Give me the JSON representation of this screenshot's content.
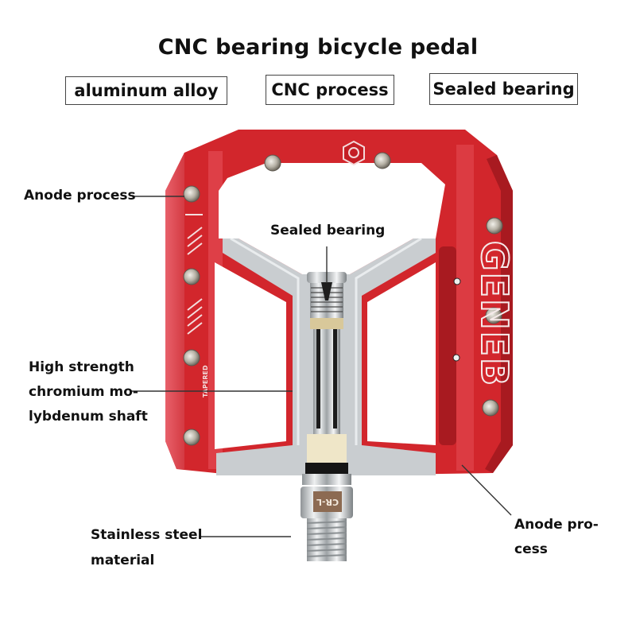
{
  "title": "CNC bearing bicycle pedal",
  "features": [
    {
      "label": "aluminum alloy"
    },
    {
      "label": "CNC process"
    },
    {
      "label": "Sealed bearing"
    }
  ],
  "callouts": {
    "anode_left": "Anode process",
    "sealed_bearing": "Sealed bearing",
    "shaft_line1": "High strength",
    "shaft_line2": "chromium mo-",
    "shaft_line3": "lybdenum shaft",
    "stainless_line1": "Stainless steel",
    "stainless_line2": "material",
    "anode_right_line1": "Anode pro-",
    "anode_right_line2": "cess"
  },
  "product": {
    "brand_mark": "GENEB",
    "side_marking": "TAPERED",
    "axle_stamp": "CR-L",
    "colors": {
      "body_red": "#d2262c",
      "edge_red": "#e65660",
      "dark_red": "#a81a20",
      "silver": "#c9cdd0",
      "bushing": "#efe6c8"
    }
  }
}
